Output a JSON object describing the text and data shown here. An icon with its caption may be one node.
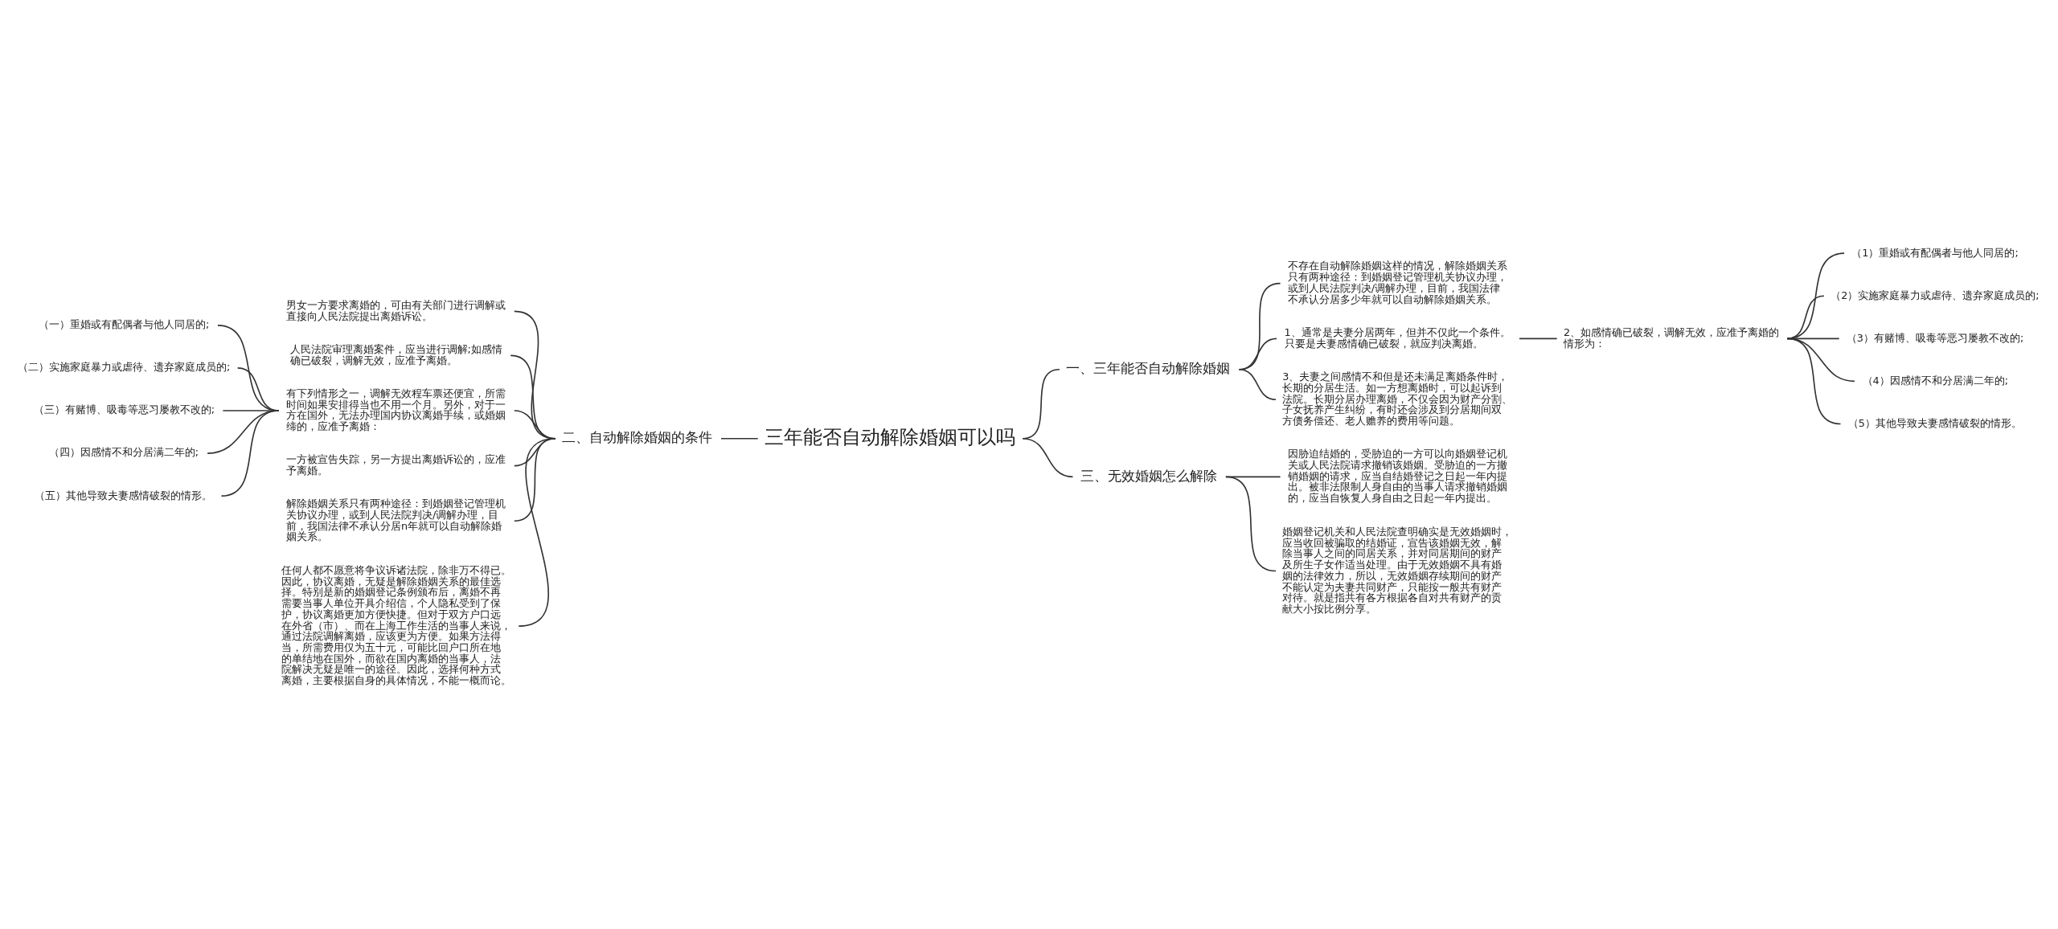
{
  "diagram": {
    "nodes": [
      {
        "text": [
          "三年能否自动解除婚姻可以吗"
        ]
      },
      {
        "text": [
          "一、三年能否自动解除婚姻"
        ]
      },
      {
        "text": [
          "不存在自动解除婚姻这样的情况，解除婚姻关系只有两种途径：到婚姻登记管理机关协议办理，或到人民法院判决/调解办理，目前，我国法律不承认分居多少年就可以自动解除婚姻关系。"
        ]
      },
      {
        "text": [
          "1、通常是夫妻分居两年，但并不仅此一个条件。只要是夫妻感情确已破裂，就应判决离婚。"
        ]
      },
      {
        "text": [
          "2、如感情确已破裂，调解无效，应准予离婚的情形为："
        ]
      },
      {
        "text": [
          "（1）重婚或有配偶者与他人同居的;"
        ]
      },
      {
        "text": [
          "（2）实施家庭暴力或虐待、遗弃家庭成员的;"
        ]
      },
      {
        "text": [
          "（3）有赌博、吸毒等恶习屡教不改的;"
        ]
      },
      {
        "text": [
          "（4）因感情不和分居满二年的;"
        ]
      },
      {
        "text": [
          "（5）其他导致夫妻感情破裂的情形。"
        ]
      },
      {
        "text": [
          "3、夫妻之间感情不和但是还未满足离婚条件时，长期的分居生活。如一方想离婚时，可以起诉到法院。长期分居办理离婚，不仅会因为财产分割、子女抚养产生纠纷，有时还会涉及到分居期间双方债务偿还、老人赡养的费用等问题。"
        ]
      },
      {
        "text": [
          "二、自动解除婚姻的条件"
        ]
      },
      {
        "text": [
          "男女一方要求离婚的，可由有关部门进行调解或直接向人民法院提出离婚诉讼。"
        ]
      },
      {
        "text": [
          "人民法院审理离婚案件，应当进行调解;如感情确已破裂，调解无效，应准予离婚。"
        ]
      },
      {
        "text": [
          "有下列情形之一，调解无效程车票还便宜，所需时间如果安排得当也不用一个月。另外，对于一方在国外，无法办理国内协议离婚手续，或婚姻缔的，应准予离婚："
        ]
      },
      {
        "text": [
          "（一）重婚或有配偶者与他人同居的;"
        ]
      },
      {
        "text": [
          "（二）实施家庭暴力或虐待、遗弃家庭成员的;"
        ]
      },
      {
        "text": [
          "（三）有赌博、吸毒等恶习屡教不改的;"
        ]
      },
      {
        "text": [
          "（四）因感情不和分居满二年的;"
        ]
      },
      {
        "text": [
          "（五）其他导致夫妻感情破裂的情形。"
        ]
      },
      {
        "text": [
          "一方被宣告失踪，另一方提出离婚诉讼的，应准予离婚。"
        ]
      },
      {
        "text": [
          "解除婚姻关系只有两种途径：到婚姻登记管理机关协议办理，或到人民法院判决/调解办理，目前，我国法律不承认分居n年就可以自动解除婚姻关系。"
        ]
      },
      {
        "text": [
          "任何人都不愿意将争议诉诸法院，除非万不得已。因此，协议离婚，无疑是解除婚姻关系的最佳选择。特别是新的婚姻登记条例颁布后，离婚不再需要当事人单位开具介绍信，个人隐私受到了保护，协议离婚更加方便快捷。但对于双方户口远在外省（市）、而在上海工作生活的当事人来说，通过法院调解离婚，应该更为方便。如果方法得当，所需费用仅为五十元，可能比回户口所在地的单结地在国外，而欲在国内离婚的当事人，法院解决无疑是唯一的途径。因此，选择何种方式离婚，主要根据自身的具体情况，不能一概而论。"
        ]
      },
      {
        "text": [
          "三、无效婚姻怎么解除"
        ]
      },
      {
        "text": [
          "因胁迫结婚的，受胁迫的一方可以向婚姻登记机关或人民法院请求撤销该婚姻。受胁迫的一方撤销婚姻的请求，应当自结婚登记之日起一年内提出。被非法限制人身自由的当事人请求撤销婚姻的，应当自恢复人身自由之日起一年内提出。"
        ]
      },
      {
        "text": [
          "婚姻登记机关和人民法院查明确实是无效婚姻时，应当收回被骗取的结婚证，宣告该婚姻无效，解除当事人之间的同居关系，并对同居期间的财产及所生子女作适当处理。由于无效婚姻不具有婚姻的法律效力，所以，无效婚姻存续期间的财产不能认定为夫妻共同财产，只能按一般共有财产对待。就是指共有各方根据各自对共有财产的贡献大小按比例分享。"
        ]
      }
    ],
    "edges": [
      {
        "from": 0,
        "to": 1,
        "arrow": "none"
      },
      {
        "from": 1,
        "to": 2,
        "arrow": "none"
      },
      {
        "from": 1,
        "to": 3,
        "arrow": "none"
      },
      {
        "from": 3,
        "to": 4,
        "arrow": "none"
      },
      {
        "from": 4,
        "to": 5,
        "arrow": "none"
      },
      {
        "from": 4,
        "to": 6,
        "arrow": "none"
      },
      {
        "from": 4,
        "to": 7,
        "arrow": "none"
      },
      {
        "from": 4,
        "to": 8,
        "arrow": "none"
      },
      {
        "from": 4,
        "to": 9,
        "arrow": "none"
      },
      {
        "from": 1,
        "to": 10,
        "arrow": "none"
      },
      {
        "from": 0,
        "to": 11,
        "arrow": "none"
      },
      {
        "from": 11,
        "to": 12,
        "arrow": "none"
      },
      {
        "from": 11,
        "to": 13,
        "arrow": "none"
      },
      {
        "from": 11,
        "to": 14,
        "arrow": "none"
      },
      {
        "from": 14,
        "to": 15,
        "arrow": "none"
      },
      {
        "from": 14,
        "to": 16,
        "arrow": "none"
      },
      {
        "from": 14,
        "to": 17,
        "arrow": "none"
      },
      {
        "from": 14,
        "to": 18,
        "arrow": "none"
      },
      {
        "from": 14,
        "to": 19,
        "arrow": "none"
      },
      {
        "from": 11,
        "to": 20,
        "arrow": "none"
      },
      {
        "from": 11,
        "to": 21,
        "arrow": "none"
      },
      {
        "from": 11,
        "to": 22,
        "arrow": "none"
      },
      {
        "from": 0,
        "to": 23,
        "arrow": "none"
      },
      {
        "from": 23,
        "to": 24,
        "arrow": "none"
      },
      {
        "from": 23,
        "to": 25,
        "arrow": "none"
      }
    ]
  }
}
